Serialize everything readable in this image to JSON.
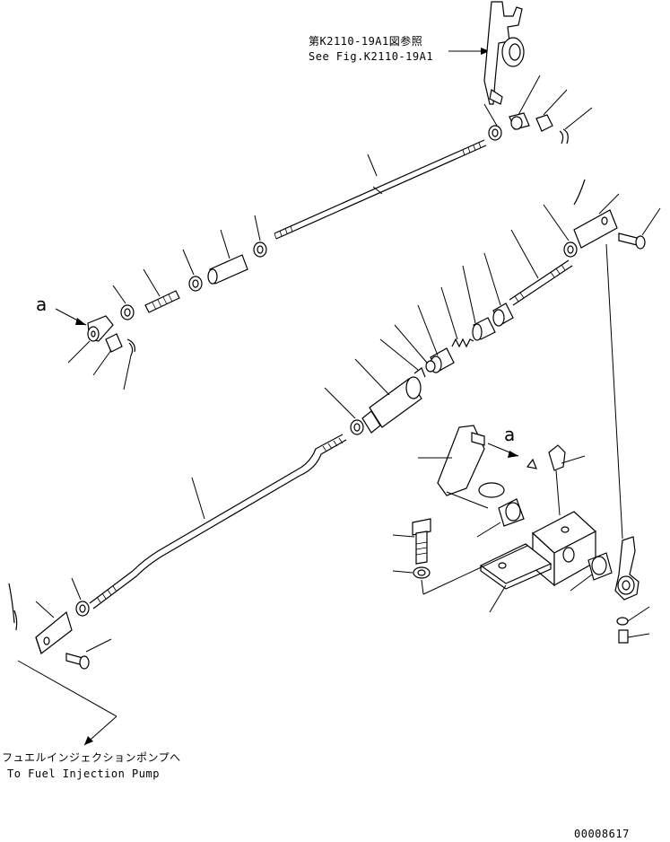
{
  "reference": {
    "jp": "第K2110-19A1図参照",
    "en": "See Fig.K2110-19A1"
  },
  "destination": {
    "jp": "フュエルインジェクションポンプへ",
    "en": "To Fuel Injection Pump"
  },
  "markers": {
    "view_a_left": "a",
    "view_a_right": "a"
  },
  "drawing_number": "00008617"
}
